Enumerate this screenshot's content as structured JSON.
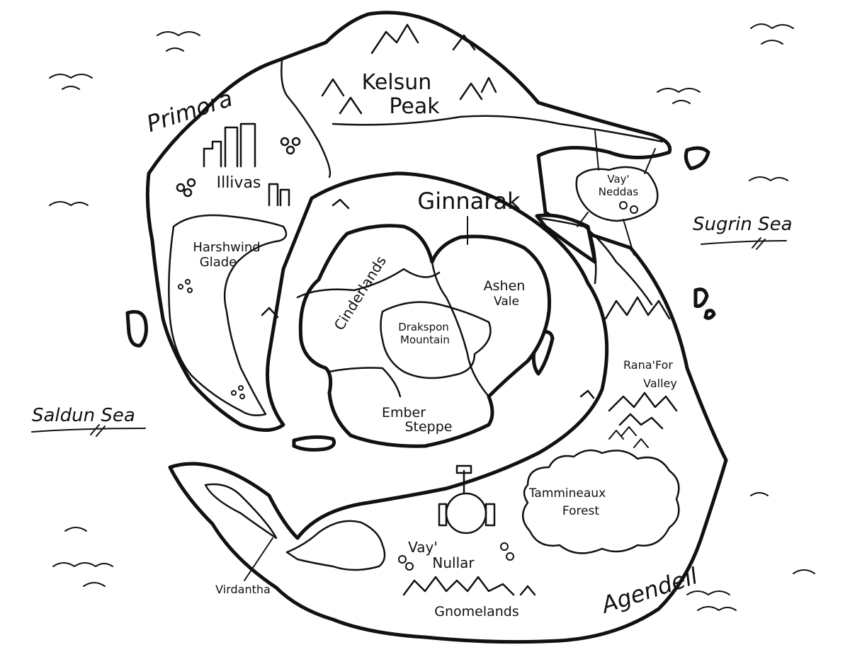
{
  "map": {
    "regions": {
      "kelsun": "Kelsun",
      "peak": "Peak",
      "primora": "Primora",
      "illivas": "Illivas",
      "harshwind": "Harshwind",
      "glade": "Glade",
      "ginnarak": "Ginnarak",
      "cinderlands": "Cinderlands",
      "ashen": "Ashen",
      "vale": "Vale",
      "drakspon": "Drakspon",
      "mountain": "Mountain",
      "ember": "Ember",
      "steppe": "Steppe",
      "vay_neddas_1": "Vay'",
      "vay_neddas_2": "Neddas",
      "rana_for_1": "Rana'For",
      "rana_for_2": "Valley",
      "tammineaux_1": "Tammineaux",
      "tammineaux_2": "Forest",
      "vay_nullar_1": "Vay'",
      "vay_nullar_2": "Nullar",
      "gnomelands": "Gnomelands",
      "virdantha": "Virdantha",
      "agendell": "Agendell"
    },
    "seas": {
      "sugrin": "Sugrin Sea",
      "saldun": "Saldun Sea"
    },
    "colors": {
      "ink": "#111111",
      "paper": "#ffffff"
    }
  }
}
